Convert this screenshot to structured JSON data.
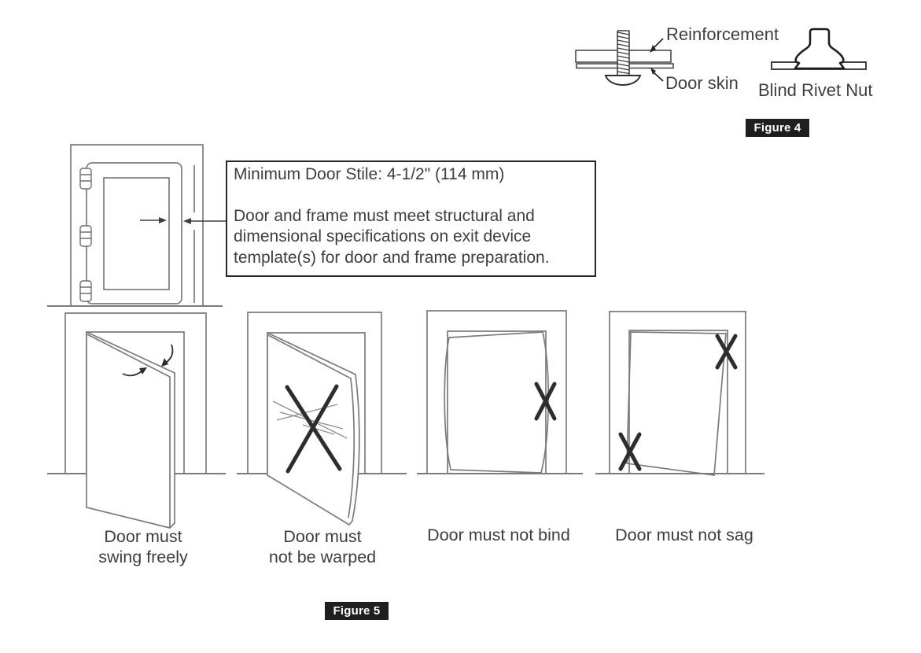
{
  "colors": {
    "background": "#ffffff",
    "ink": "#3e3e3e",
    "thin_line": "#7b7b7b",
    "bold_line": "#2d2d2d",
    "badge_bg": "#1f1f1f",
    "badge_text": "#ffffff"
  },
  "figure4": {
    "badge_label": "Figure 4",
    "reinforcement_label": "Reinforcement",
    "door_skin_label": "Door skin",
    "blind_rivet_nut_label": "Blind Rivet Nut"
  },
  "stile_note": {
    "title": "Minimum Door Stile: 4-1/2\" (114 mm)",
    "body_lines": [
      "Door and frame must meet structural and",
      "dimensional specifications on exit device",
      "template(s) for door and frame preparation."
    ]
  },
  "figure5": {
    "badge_label": "Figure 5",
    "captions": [
      {
        "line1": "Door must",
        "line2": "swing freely"
      },
      {
        "line1": "Door must",
        "line2": "not be warped"
      },
      {
        "line1": "Door must not bind",
        "line2": ""
      },
      {
        "line1": "Door must not sag",
        "line2": ""
      }
    ]
  }
}
